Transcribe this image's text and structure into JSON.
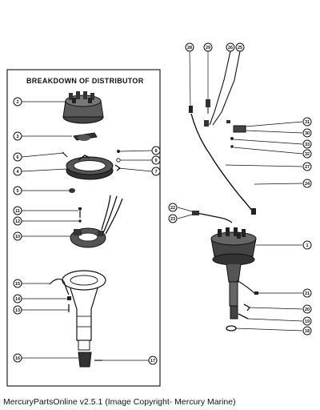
{
  "panel": {
    "title": "BREAKDOWN OF DISTRIBUTOR"
  },
  "callouts": {
    "c1": "1",
    "c2": "2",
    "c3": "3",
    "c4": "4",
    "c5": "5",
    "c6": "6",
    "c7": "7",
    "c8": "8",
    "c9": "9",
    "c10": "10",
    "c11": "11",
    "c12": "12",
    "c13": "13",
    "c14": "14",
    "c15": "15",
    "c16": "16",
    "c17": "17",
    "c18": "18",
    "c19": "19",
    "c20": "20",
    "c21": "21",
    "c22": "22",
    "c23": "23",
    "c24": "24",
    "c25": "25",
    "c26": "26",
    "c27": "27",
    "c28": "28",
    "c29": "29",
    "c30": "30",
    "c31": "31",
    "c32": "32",
    "c33": "33"
  },
  "footer": {
    "text": "MercuryPartsOnline v2.5.1 (Image Copyright- Mercury Marine)"
  }
}
